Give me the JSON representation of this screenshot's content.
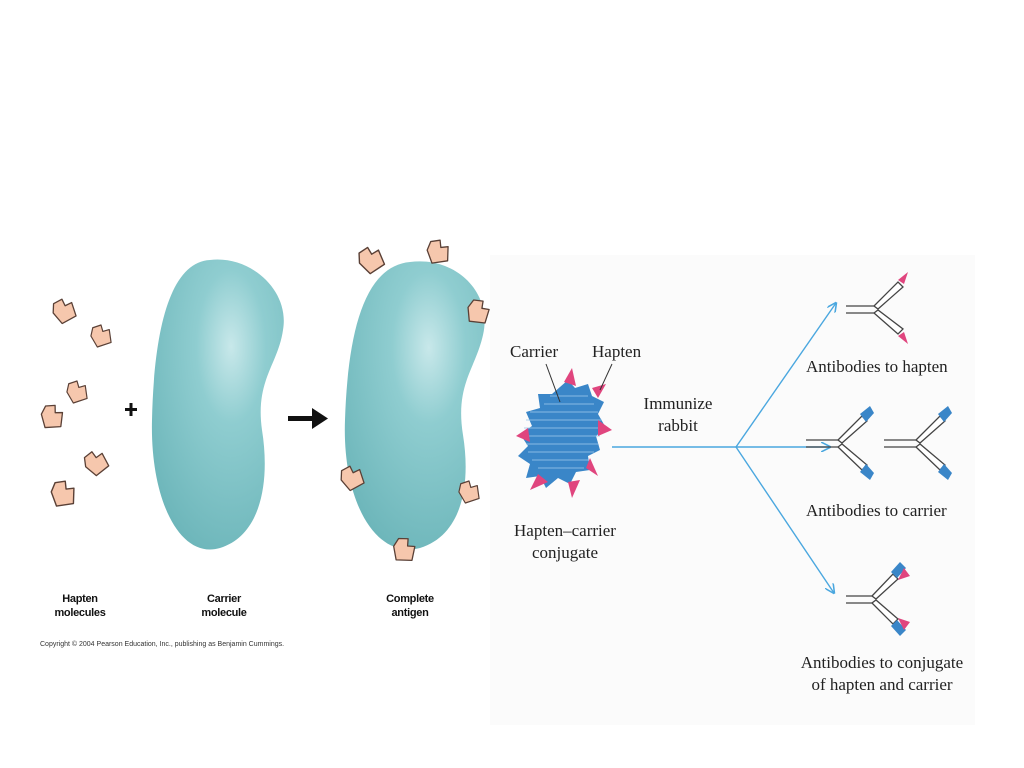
{
  "left_panel": {
    "label_hapten": "Hapten\nmolecules",
    "label_carrier": "Carrier\nmolecule",
    "label_complete": "Complete\nantigen",
    "plus": "+",
    "copyright": "Copyright © 2004 Pearson Education, Inc., publishing as Benjamin Cummings."
  },
  "right_panel": {
    "label_carrier": "Carrier",
    "label_hapten": "Hapten",
    "label_conjugate_line1": "Hapten–carrier",
    "label_conjugate_line2": "conjugate",
    "label_immunize_line1": "Immunize",
    "label_immunize_line2": "rabbit",
    "label_ab_hapten": "Antibodies to hapten",
    "label_ab_carrier": "Antibodies to carrier",
    "label_ab_conjugate_line1": "Antibodies to conjugate",
    "label_ab_conjugate_line2": "of hapten and carrier"
  },
  "colors": {
    "carrier_teal": "#7ec3c6",
    "hapten_peach": "#f6c7ad",
    "antibody_blue": "#3a86c8",
    "hapten_pink": "#e0457e",
    "arrow_blue": "#4aa7df"
  }
}
